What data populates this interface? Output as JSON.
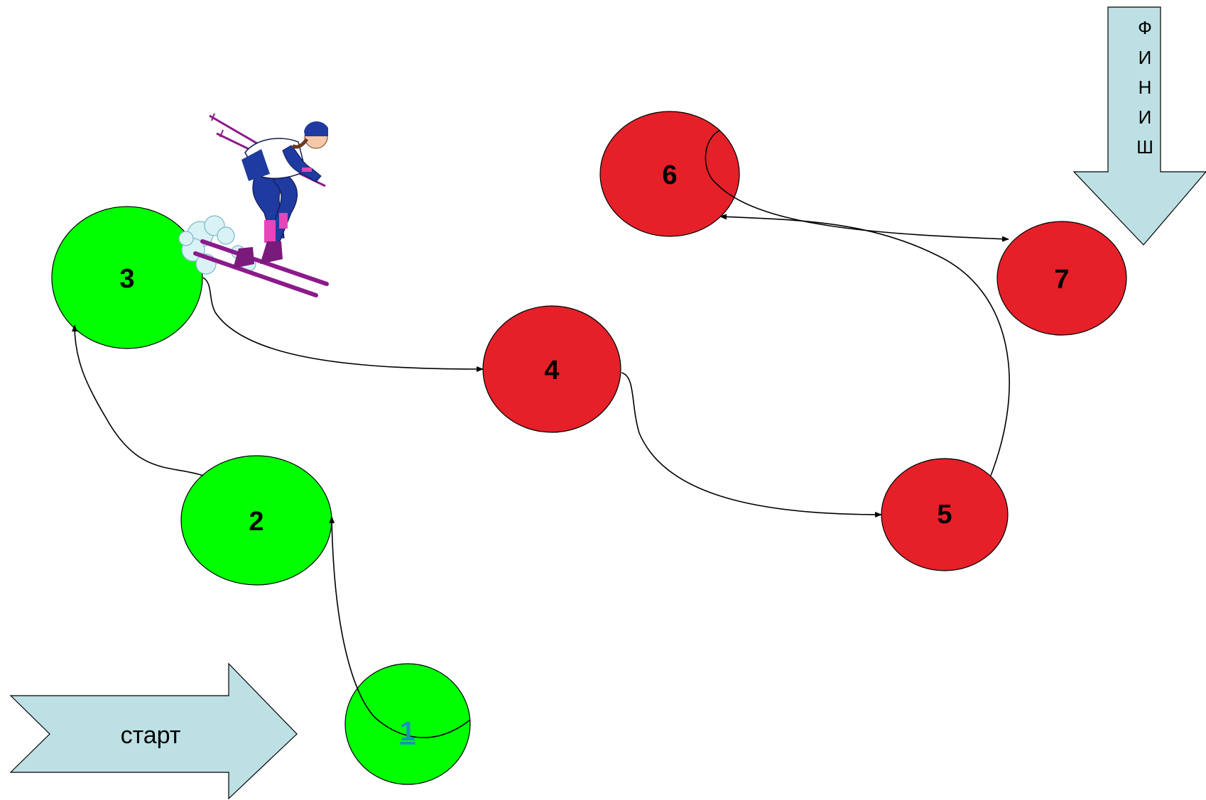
{
  "nodes": [
    {
      "id": "1",
      "label": "1",
      "color": "#00ff00",
      "is_link": true
    },
    {
      "id": "2",
      "label": "2",
      "color": "#00ff00"
    },
    {
      "id": "3",
      "label": "3",
      "color": "#00ff00"
    },
    {
      "id": "4",
      "label": "4",
      "color": "#e52028"
    },
    {
      "id": "5",
      "label": "5",
      "color": "#e52028"
    },
    {
      "id": "6",
      "label": "6",
      "color": "#e52028"
    },
    {
      "id": "7",
      "label": "7",
      "color": "#e52028"
    }
  ],
  "edges": [
    {
      "from": "1",
      "to": "2"
    },
    {
      "from": "2",
      "to": "3"
    },
    {
      "from": "3",
      "to": "4"
    },
    {
      "from": "4",
      "to": "5"
    },
    {
      "from": "5",
      "to": "6"
    },
    {
      "from": "6",
      "to": "7"
    }
  ],
  "start_arrow": {
    "label": "старт",
    "color": "#bde0e4"
  },
  "finish_arrow": {
    "letters": [
      "Ф",
      "И",
      "Н",
      "И",
      "Ш"
    ],
    "color": "#bde0e4"
  },
  "skier_icon": "skier-icon",
  "colors": {
    "completed": "#00ff00",
    "pending": "#e52028",
    "arrow_fill": "#bde0e4",
    "link": "#1a8fc0"
  }
}
